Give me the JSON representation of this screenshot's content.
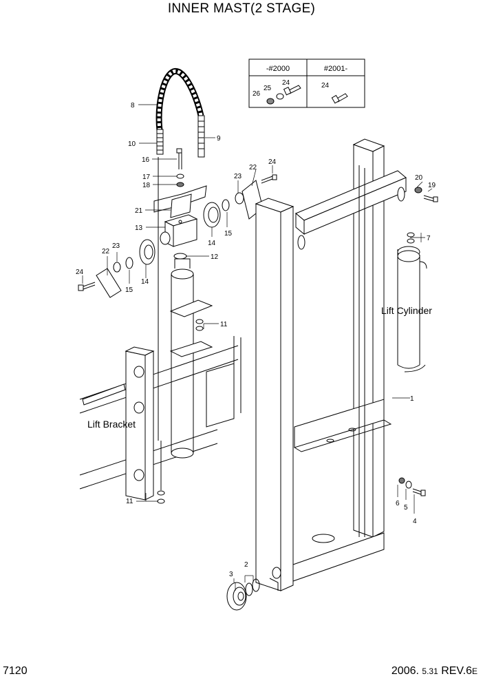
{
  "page": {
    "title": "INNER MAST(2 STAGE)",
    "page_id": "7120",
    "date": "2006.",
    "date_small": "5.31",
    "rev": "REV.6",
    "rev_small": "E"
  },
  "variant_table": {
    "col_a": "-#2000",
    "col_b": "#2001-",
    "col_a_callouts": [
      "24",
      "25",
      "26"
    ],
    "col_b_callouts": [
      "24"
    ]
  },
  "labels": {
    "lift_cylinder": "Lift Cylinder",
    "lift_bracket": "Lift Bracket"
  },
  "callouts": {
    "c1": "1",
    "c2": "2",
    "c3": "3",
    "c4": "4",
    "c5": "5",
    "c6": "6",
    "c7": "7",
    "c8": "8",
    "c9": "9",
    "c10": "10",
    "c11a": "11",
    "c11b": "11",
    "c12": "12",
    "c13": "13",
    "c14a": "14",
    "c14b": "14",
    "c15a": "15",
    "c15b": "15",
    "c16": "16",
    "c17": "17",
    "c18": "18",
    "c19": "19",
    "c20": "20",
    "c21": "21",
    "c22a": "22",
    "c22b": "22",
    "c23a": "23",
    "c23b": "23",
    "c24a": "24",
    "c24b": "24"
  }
}
